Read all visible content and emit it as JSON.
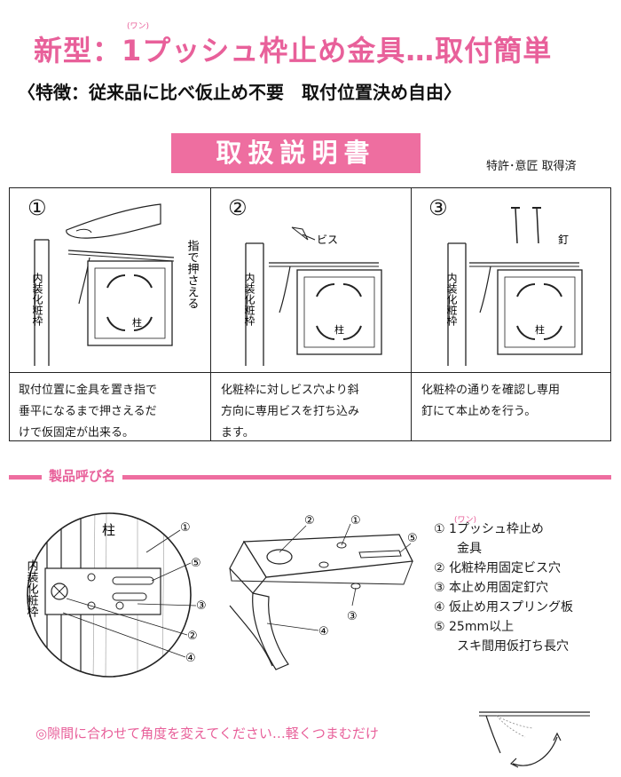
{
  "header": {
    "title": "新型：1プッシュ枠止め金具…取付簡単",
    "title_ruby": "(ワン)",
    "feature": "〈特徴：従来品に比べ仮止め不要　取付位置決め自由〉",
    "manual_label": "取扱説明書",
    "patent": "特許･意匠 取得済"
  },
  "steps": [
    {
      "num": "①",
      "side_label": "指で押さえる",
      "frame_label": "内装化粧枠",
      "post_label": "柱",
      "text": "取付位置に金具を置き指で\n垂平になるまで押さえるだ\nけで仮固定が出来る。"
    },
    {
      "num": "②",
      "part_label": "ビス",
      "frame_label": "内装化粧枠",
      "post_label": "柱",
      "text": "化粧枠に対しビス穴より斜\n方向に専用ビスを打ち込み\nます。"
    },
    {
      "num": "③",
      "part_label": "釘",
      "frame_label": "内装化粧枠",
      "post_label": "柱",
      "text": "化粧枠の通りを確認し専用\n釘にて本止めを行う。"
    }
  ],
  "section_title": "製品呼び名",
  "detail": {
    "post_label": "柱",
    "frame_label": "内装化粧枠",
    "callouts": [
      "①",
      "②",
      "③",
      "④",
      "⑤"
    ]
  },
  "legend": {
    "ruby": "(ワン)",
    "items": [
      {
        "num": "①",
        "text": "1プッシュ枠止め",
        "text2": "金具"
      },
      {
        "num": "②",
        "text": "化粧枠用固定ビス穴"
      },
      {
        "num": "③",
        "text": "本止め用固定釘穴"
      },
      {
        "num": "④",
        "text": "仮止め用スプリング板"
      },
      {
        "num": "⑤",
        "text": "25mm以上",
        "text2": "スキ間用仮打ち長穴"
      }
    ]
  },
  "bottom_note": "◎隙間に合わせて角度を変えてください…軽くつまむだけ"
}
